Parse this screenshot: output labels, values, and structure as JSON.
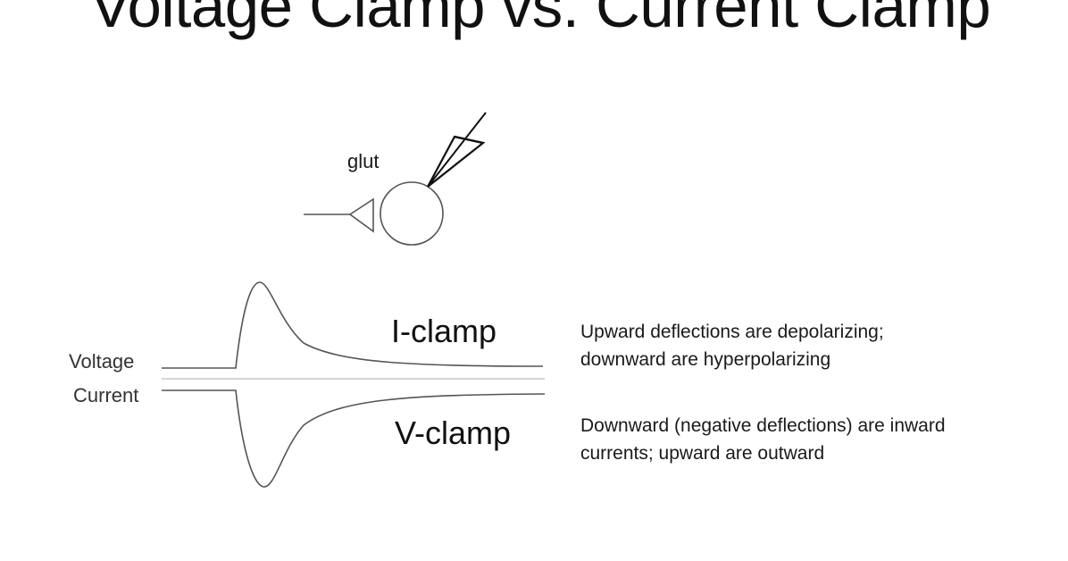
{
  "title": "Voltage Clamp vs. Current Clamp",
  "cell_diagram": {
    "neurotransmitter_label": "glut"
  },
  "traces": {
    "voltage_label": "Voltage",
    "current_label": "Current",
    "iclamp_label": "I-clamp",
    "vclamp_label": "V-clamp"
  },
  "notes": {
    "iclamp_line1": "Upward deflections are depolarizing;",
    "iclamp_line2": "downward are hyperpolarizing",
    "vclamp_line1": "Downward (negative deflections) are inward",
    "vclamp_line2": "currents; upward are outward"
  },
  "colors": {
    "trace": "#555555",
    "separator": "#c8c8c8",
    "text": "#111111"
  }
}
